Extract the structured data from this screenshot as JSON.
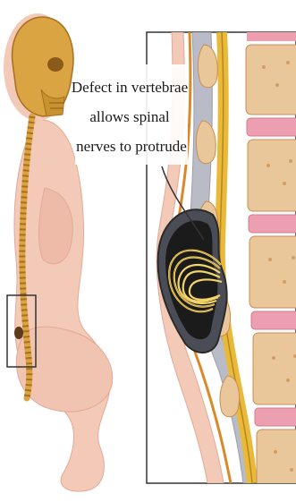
{
  "figure": {
    "annotation_lines": [
      "Defect in vertebrae",
      "allows spinal",
      "nerves to protrude"
    ]
  },
  "colors": {
    "skin": "#f3c9b8",
    "skin_shadow": "#e4a995",
    "skull": "#d9a441",
    "skull_shadow": "#a8701f",
    "spinal_cord": "#e8b93a",
    "nerve_strands": "#f2d56a",
    "vertebra_body": "#e9c79a",
    "vertebra_dots": "#c98c52",
    "disc": "#ec9fb0",
    "dura": "#b9bcc6",
    "sac_cavity": "#1b1b1b",
    "frame_line": "#333333"
  },
  "icons": {
    "zoom_box": "detail-marker",
    "pointer": "leader-line"
  }
}
